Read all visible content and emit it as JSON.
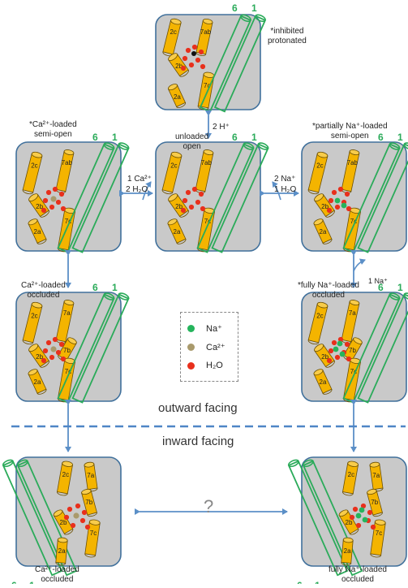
{
  "colors": {
    "box_fill": "#c9c9c9",
    "box_stroke": "#41719c",
    "helix_fill": "#f4b400",
    "helix_stroke": "#6b4f00",
    "tm_green": "#2bab5a",
    "na": "#25b45c",
    "ca": "#a99a6c",
    "water": "#e8301c",
    "arrow": "#5b8fc7",
    "dashed": "#4f86c6"
  },
  "states": {
    "inhibited": {
      "label": "*inhibited\nprotonated"
    },
    "ca_semi_open": {
      "label": "*Ca²⁺-loaded\nsemi-open"
    },
    "unloaded_open": {
      "label": "unloaded\nopen"
    },
    "na_partial": {
      "label": "*partially Na⁺-loaded\nsemi-open"
    },
    "ca_occluded_out": {
      "label": "Ca²⁺-loaded\noccluded"
    },
    "na_full_occluded_out": {
      "label": "*fully Na⁺-loaded\noccluded"
    },
    "ca_occluded_in": {
      "label": "Ca²⁺-loaded\noccluded"
    },
    "na_full_occluded_in": {
      "label": "fully Na⁺-loaded\noccluded"
    }
  },
  "transitions": {
    "h_plus": "2 H⁺",
    "ca_h2o_1": "1 Ca²⁺",
    "ca_h2o_2": "2 H₂O",
    "na_h2o_1": "2 Na⁺",
    "na_h2o_2": "1 H₂O",
    "na_one": "1 Na⁺",
    "unknown": "?"
  },
  "helix_labels": {
    "h2c": "2c",
    "h2b": "2b",
    "h2a": "2a",
    "h7ab": "7ab",
    "h7a": "7a",
    "h7b": "7b",
    "h7c": "7c",
    "tm6": "6",
    "tm1": "1"
  },
  "legend": {
    "na": "Na⁺",
    "ca": "Ca²⁺",
    "water": "H₂O"
  },
  "sections": {
    "outward": "outward facing",
    "inward": "inward facing"
  }
}
